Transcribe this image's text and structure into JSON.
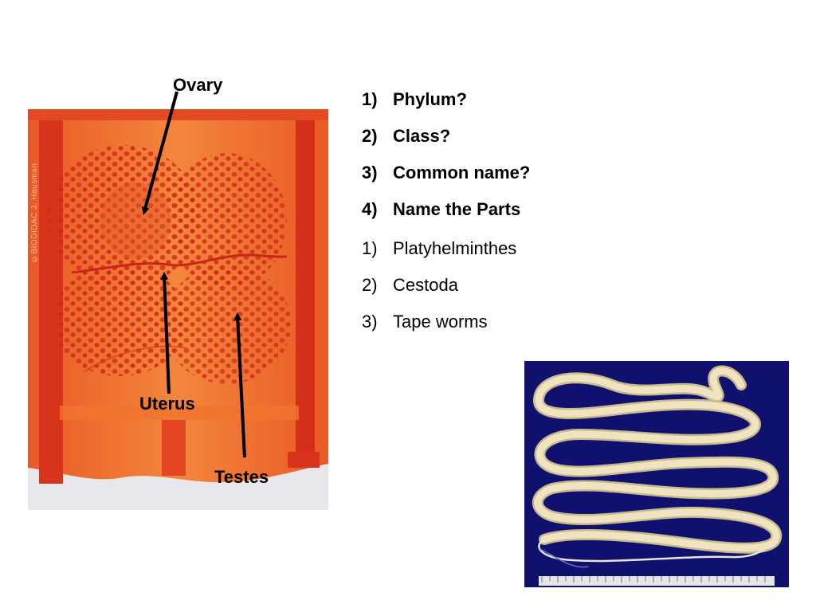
{
  "labels": {
    "ovary": "Ovary",
    "uterus": "Uterus",
    "testes": "Testes"
  },
  "micrograph": {
    "watermark": "©BIODIDAC J. Hausman"
  },
  "questions": [
    {
      "num": "1)",
      "text": "Phylum?"
    },
    {
      "num": "2)",
      "text": "Class?"
    },
    {
      "num": "3)",
      "text": "Common name?"
    },
    {
      "num": "4)",
      "text": "Name the Parts"
    }
  ],
  "answers": [
    {
      "num": "1)",
      "text": "Platyhelminthes"
    },
    {
      "num": "2)",
      "text": "Cestoda"
    },
    {
      "num": "3)",
      "text": "Tape worms"
    }
  ],
  "colors": {
    "slide_background": "#ffffff",
    "stain_orange": "#ef6a2a",
    "stain_red": "#d8301a",
    "photo_background": "#10106e",
    "worm_cream": "#efe4bf"
  }
}
